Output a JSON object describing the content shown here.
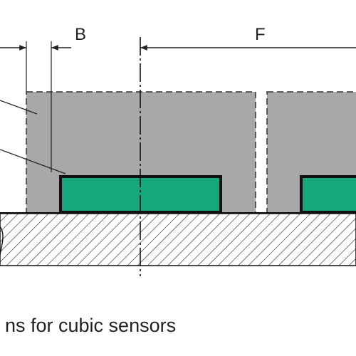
{
  "dimensions": {
    "b_label": "B",
    "f_label": "F"
  },
  "caption": "ns for cubic sensors",
  "colors": {
    "sensing_zone": "#a8a8a9",
    "sensor_face": "#16a77c",
    "outline": "#111111",
    "dimension_line": "#222222",
    "hatch": "#222222"
  }
}
